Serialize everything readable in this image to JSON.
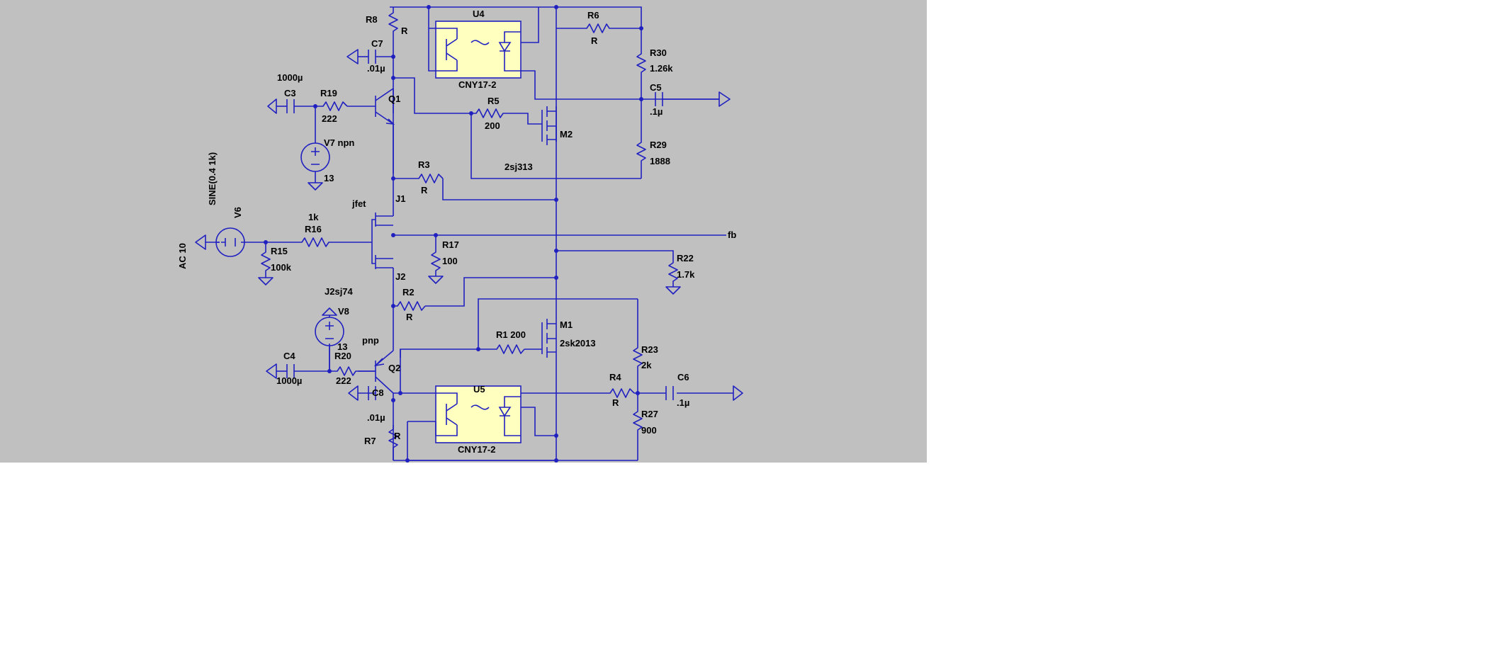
{
  "schematic": {
    "background": "#c0c0c0",
    "wire_color": "#2020c0",
    "opto_fill": "#ffffc0",
    "labels": {
      "r8": "R8",
      "r8_val": "R",
      "u4": "U4",
      "u4_part": "CNY17-2",
      "r6": "R6",
      "r6_val": "R",
      "c7": "C7",
      "c7_val": ".01µ",
      "r30": "R30",
      "r30_val": "1.26k",
      "c3_val": "1000µ",
      "c3": "C3",
      "r19": "R19",
      "r19_val": "222",
      "q1": "Q1",
      "c5": "C5",
      "c5_val": ".1µ",
      "r5": "R5",
      "r5_val": "200",
      "m2": "M2",
      "m2_part": "2sj313",
      "v7": "V7 npn",
      "v7_val": "13",
      "r29": "R29",
      "r29_val": "1888",
      "r3": "R3",
      "r3_val": "R",
      "v6_spec": "SINE(0.4 1k)",
      "v6": "V6",
      "v6_ac": "AC 10",
      "jfet": "jfet",
      "j1": "J1",
      "r16_val": "1k",
      "r16": "R16",
      "fb": "fb",
      "r17": "R17",
      "r17_val": "100",
      "r15": "R15",
      "r15_val": "100k",
      "r22": "R22",
      "r22_val": "1.7k",
      "j2": "J2",
      "j2_part": "J2sj74",
      "v8": "V8",
      "v8_val": "13",
      "r2": "R2",
      "r2_val": "R",
      "m1": "M1",
      "m1_part": "2sk2013",
      "r1": "R1 200",
      "pnp": "pnp",
      "r23": "R23",
      "r23_val": "2k",
      "c4": "C4",
      "c4_val": "1000µ",
      "r20": "R20",
      "r20_val": "222",
      "q2": "Q2",
      "u5": "U5",
      "r4": "R4",
      "r4_val": "R",
      "c6": "C6",
      "c6_val": ".1µ",
      "c8": "C8",
      "c8_val": ".01µ",
      "r27": "R27",
      "r27_val": "900",
      "r7": "R7",
      "r7_val": "R",
      "u5_part": "CNY17-2"
    }
  }
}
